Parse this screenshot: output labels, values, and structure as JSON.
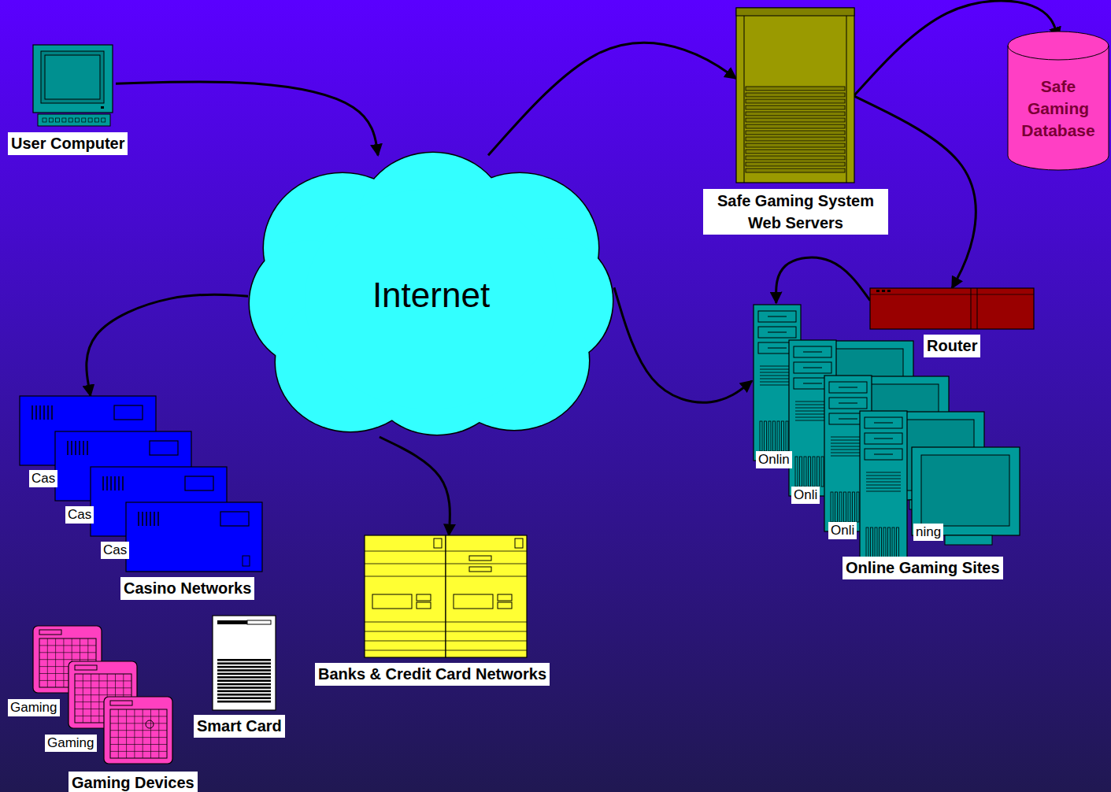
{
  "diagram": {
    "nodes": [
      {
        "text": [
          "User Computer"
        ]
      },
      {
        "text": [
          "Safe Gaming System Web Servers"
        ]
      },
      {
        "text": [
          "Safe Gaming Database"
        ]
      },
      {
        "text": [
          "Internet"
        ]
      },
      {
        "text": [
          "Router"
        ]
      },
      {
        "text": [
          "Onlin",
          "Onli",
          "Onli",
          "ning",
          "Online Gaming Sites"
        ]
      },
      {
        "text": [
          "Cas",
          "Cas",
          "Cas",
          "Casino Networks"
        ]
      },
      {
        "text": [
          "Banks & Credit Card Networks"
        ]
      },
      {
        "text": [
          "Gaming",
          "Gaming",
          "Gaming Devices"
        ]
      },
      {
        "text": [
          "Smart Card"
        ]
      }
    ],
    "edges": [
      {
        "from": 0,
        "to": 3,
        "arrow": "to"
      },
      {
        "from": 3,
        "to": 1,
        "arrow": "to"
      },
      {
        "from": 1,
        "to": 2,
        "arrow": "to"
      },
      {
        "from": 1,
        "to": 4,
        "arrow": "to"
      },
      {
        "from": 4,
        "to": 5,
        "arrow": "to"
      },
      {
        "from": 3,
        "to": 5,
        "arrow": "to"
      },
      {
        "from": 3,
        "to": 6,
        "arrow": "to"
      },
      {
        "from": 3,
        "to": 7,
        "arrow": "to"
      }
    ]
  }
}
